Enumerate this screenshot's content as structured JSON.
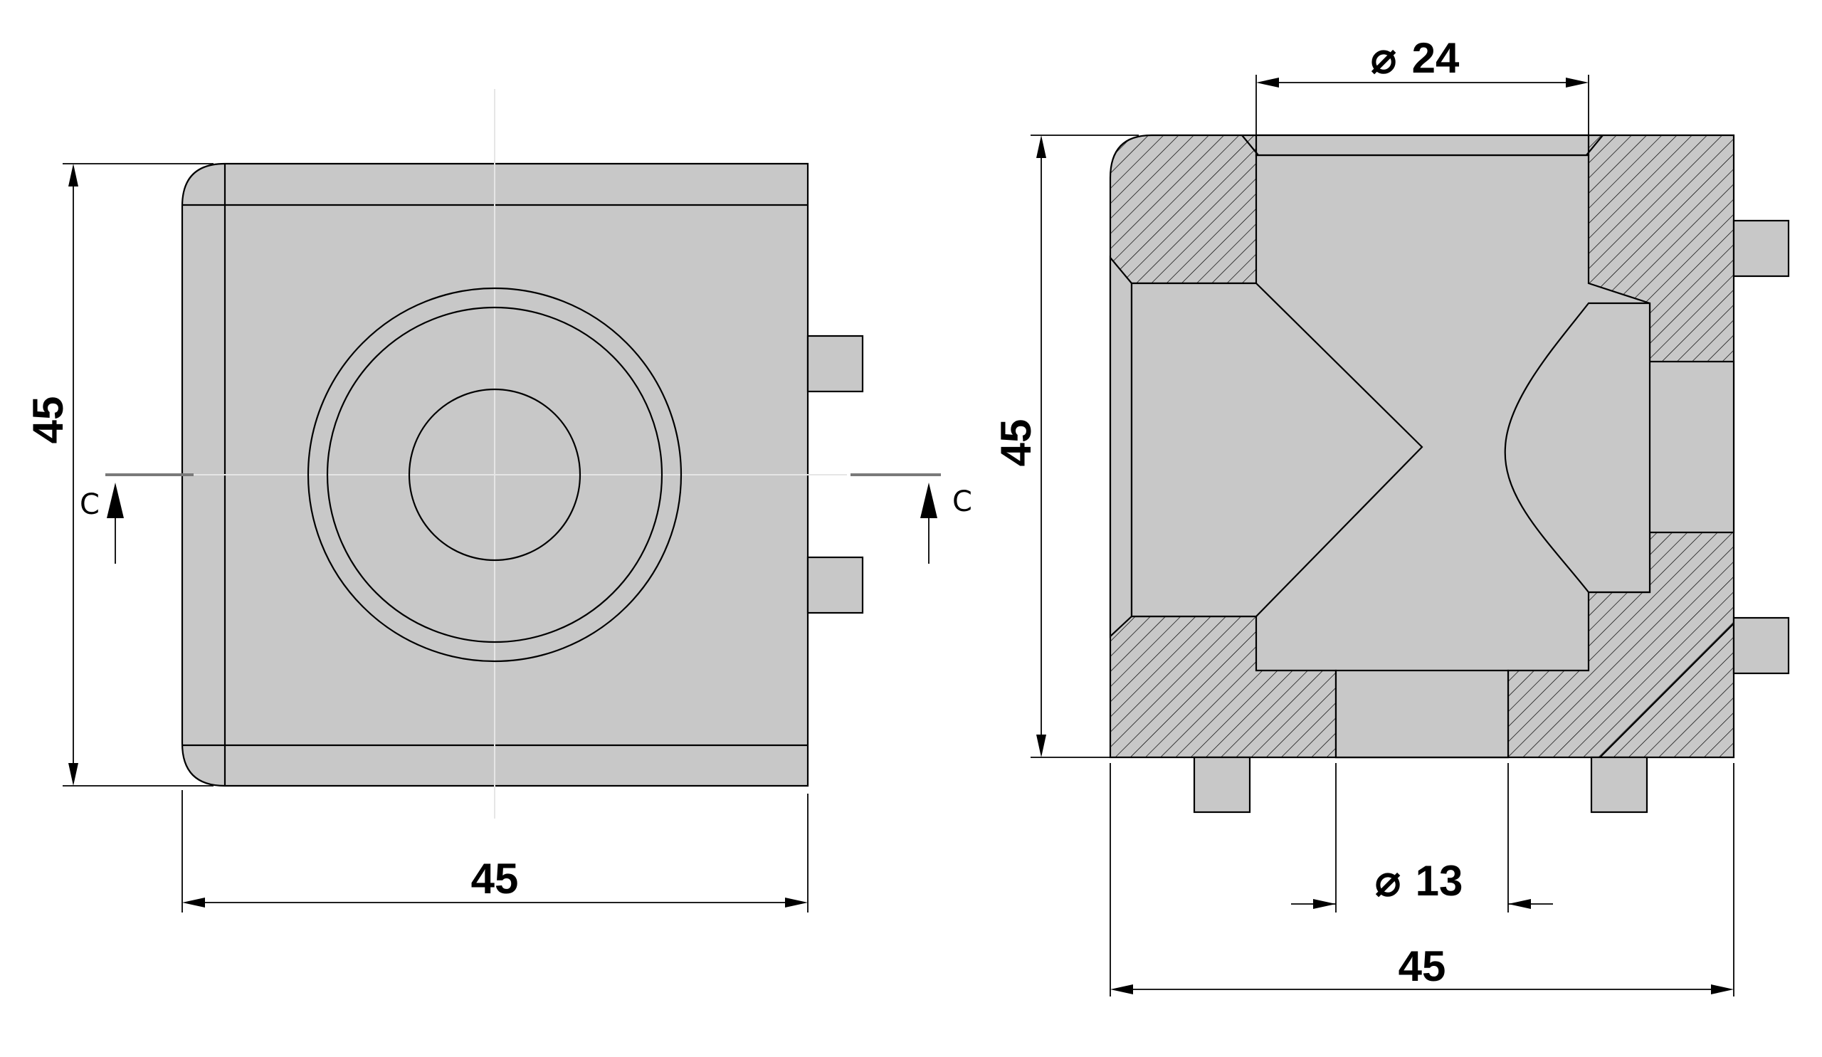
{
  "front_view": {
    "dim_width": "45",
    "dim_height": "45",
    "section_label_left": "C",
    "section_label_right": "C"
  },
  "section_view": {
    "dim_bore_top": "24",
    "dim_bore_bottom": "13",
    "dim_width": "45",
    "dim_height": "45",
    "diameter_symbol": "⌀"
  },
  "colors": {
    "body": "#c8c8c8",
    "outline": "#000000",
    "hatch": "#000000",
    "centerline": "#e6e6e6",
    "section_line": "#7a7a7a"
  }
}
